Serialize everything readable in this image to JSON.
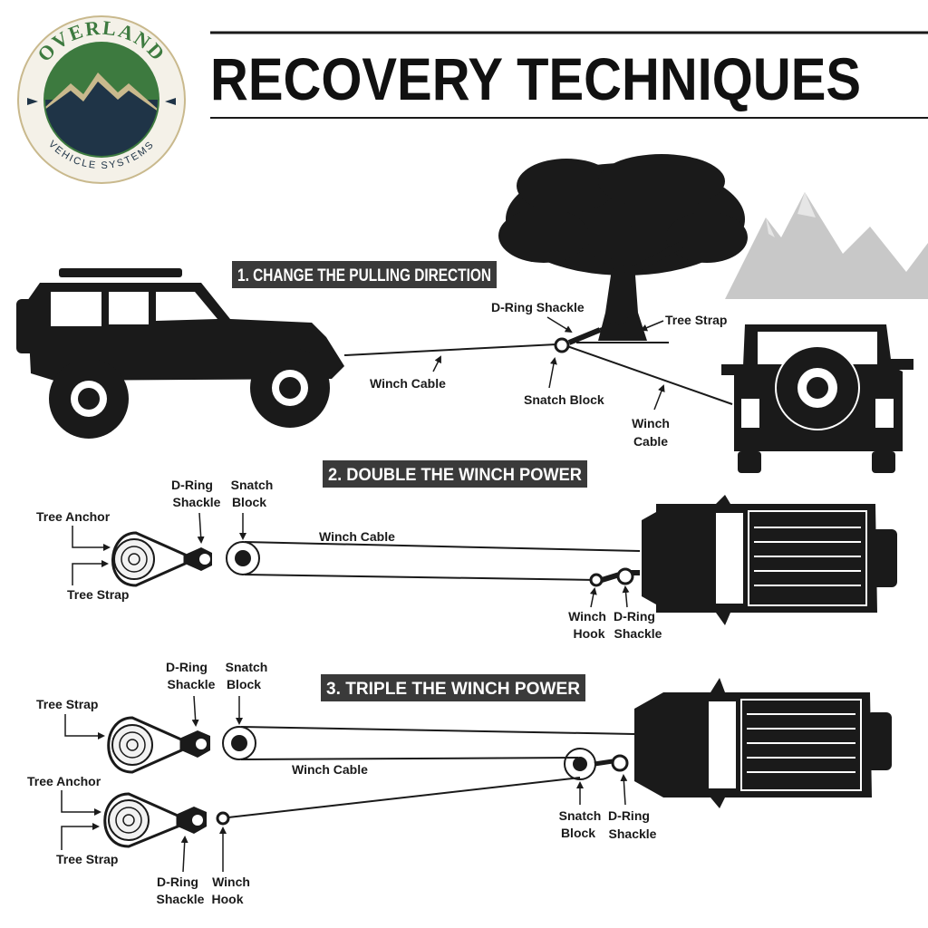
{
  "page": {
    "title": "RECOVERY TECHNIQUES"
  },
  "logo": {
    "top_text": "OVERLAND",
    "bottom_text": "VEHICLE SYSTEMS",
    "colors": {
      "green": "#3d7a3f",
      "navy": "#1f3447",
      "sand": "#c9b98d",
      "ring": "#e9e4d6"
    }
  },
  "sections": [
    {
      "banner": "1. CHANGE THE PULLING DIRECTION",
      "labels": {
        "winch_cable_left": "Winch Cable",
        "d_ring_shackle": "D-Ring Shackle",
        "tree_strap": "Tree Strap",
        "snatch_block": "Snatch Block",
        "winch_cable_right_1": "Winch",
        "winch_cable_right_2": "Cable"
      }
    },
    {
      "banner": "2. DOUBLE THE WINCH POWER",
      "labels": {
        "d_ring_1": "D-Ring",
        "d_ring_2": "Shackle",
        "snatch_1": "Snatch",
        "snatch_2": "Block",
        "tree_anchor": "Tree Anchor",
        "tree_strap": "Tree Strap",
        "winch_cable": "Winch Cable",
        "winch_hook_1": "Winch",
        "winch_hook_2": "Hook",
        "d_ring_b_1": "D-Ring",
        "d_ring_b_2": "Shackle"
      }
    },
    {
      "banner": "3. TRIPLE THE WINCH POWER",
      "labels": {
        "d_ring_1": "D-Ring",
        "d_ring_2": "Shackle",
        "snatch_1": "Snatch",
        "snatch_2": "Block",
        "tree_strap_top": "Tree Strap",
        "winch_cable": "Winch Cable",
        "tree_anchor": "Tree Anchor",
        "tree_strap_bottom": "Tree Strap",
        "d_ring_bottom_1": "D-Ring",
        "d_ring_bottom_2": "Shackle",
        "winch_hook_1": "Winch",
        "winch_hook_2": "Hook",
        "snatch_right_1": "Snatch",
        "snatch_right_2": "Block",
        "d_ring_right_1": "D-Ring",
        "d_ring_right_2": "Shackle"
      }
    }
  ],
  "colors": {
    "ink": "#1a1a1a",
    "banner_bg": "#3a3a3a",
    "mountain_grey": "#c8c8c8"
  }
}
